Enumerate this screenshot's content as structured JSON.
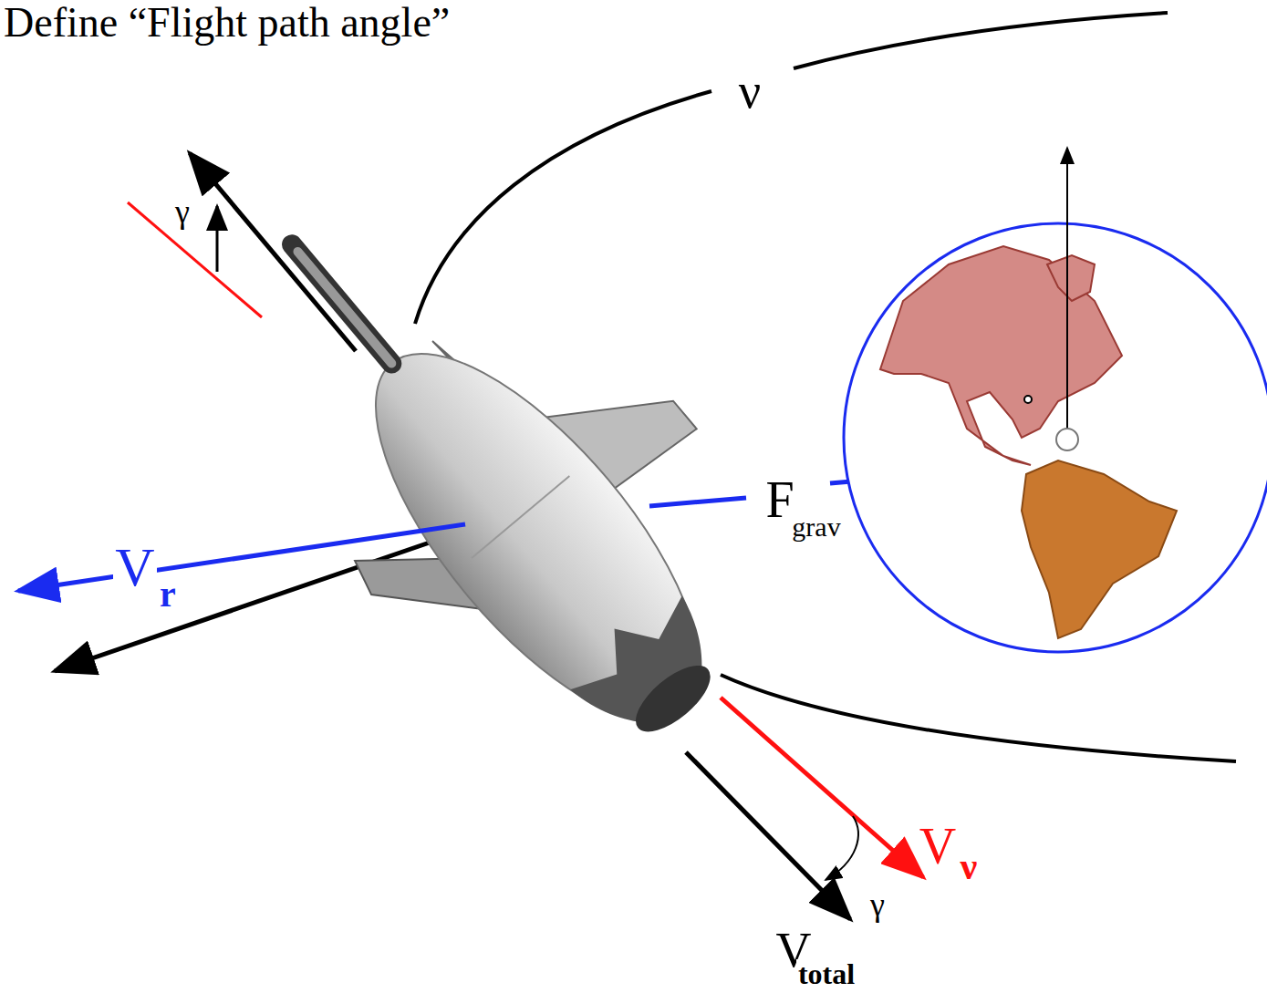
{
  "diagram": {
    "title": "Define “Flight path angle”",
    "labels": [
      "ν",
      "γ",
      "V",
      "r",
      "F",
      "grav",
      "V",
      "ν",
      "γ",
      "V",
      "total"
    ]
  }
}
